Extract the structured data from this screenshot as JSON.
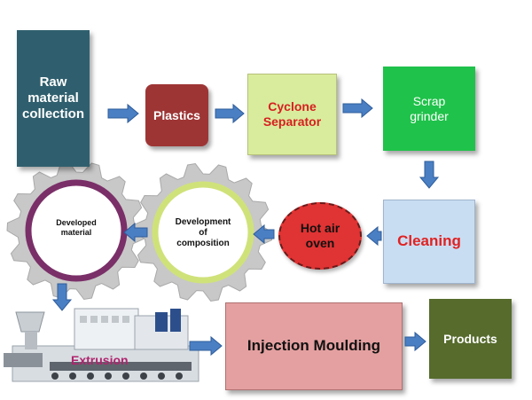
{
  "steps": {
    "raw_material": {
      "label": "Raw material collection",
      "color": "#2f5f6e"
    },
    "plastics": {
      "label": "Plastics",
      "color": "#9e3535"
    },
    "cyclone": {
      "label": "Cyclone Separator",
      "color": "#d9ec9d",
      "text_color": "#d62020"
    },
    "scrap": {
      "label": "Scrap grinder",
      "color": "#1fc24a"
    },
    "cleaning": {
      "label": "Cleaning",
      "color": "#c9ddf2",
      "text_color": "#e02222"
    },
    "hot_air": {
      "label": "Hot air oven",
      "color": "#e03333"
    },
    "development": {
      "label": "Development of composition",
      "ring_color": "#cfe27a"
    },
    "developed": {
      "label": "Developed material",
      "ring_color": "#7a2f68"
    },
    "extrusion": {
      "label": "Extrusion",
      "text_color": "#b0246e"
    },
    "injection": {
      "label": "Injection Moulding",
      "color": "#e4a0a0"
    },
    "products": {
      "label": "Products",
      "color": "#566b2c"
    }
  },
  "arrow_color": "#4a7fc4",
  "gear_color": "#c8c8c8",
  "extruder_icon": "extrusion-machine-illustration"
}
